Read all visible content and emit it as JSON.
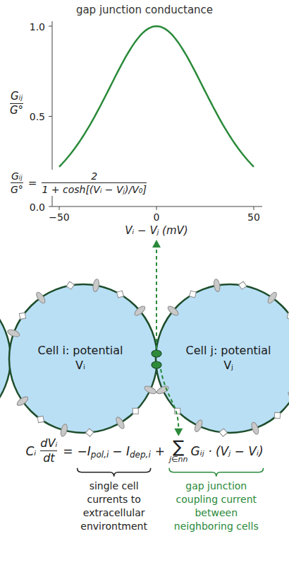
{
  "diagram": {
    "title": "gap junction conductance",
    "nodes": [
      {
        "text": [
          "Cell i: potential Vᵢ"
        ]
      },
      {
        "text": [
          "Cell j: potential Vⱼ"
        ]
      }
    ],
    "labels": [
      "Gᵢⱼ",
      "G°",
      "1.0",
      "0.5",
      "0.0",
      "−50",
      "0",
      "50",
      "Vᵢ − Vⱼ (mV)",
      "Gᵢⱼ",
      "G°",
      "=",
      "2",
      "1 + cosh[(Vᵢ − Vⱼ)/V₀]",
      "Cᵢ",
      "dVᵢ",
      "dt",
      "=",
      "−I",
      "pol,i",
      "− I",
      "dep,i",
      "+",
      "∑",
      "j∈nn",
      "Gᵢⱼ · (Vⱼ − Vᵢ)",
      "single cell currents to extracellular environtment",
      "gap junction coupling current between neighboring cells"
    ]
  }
}
